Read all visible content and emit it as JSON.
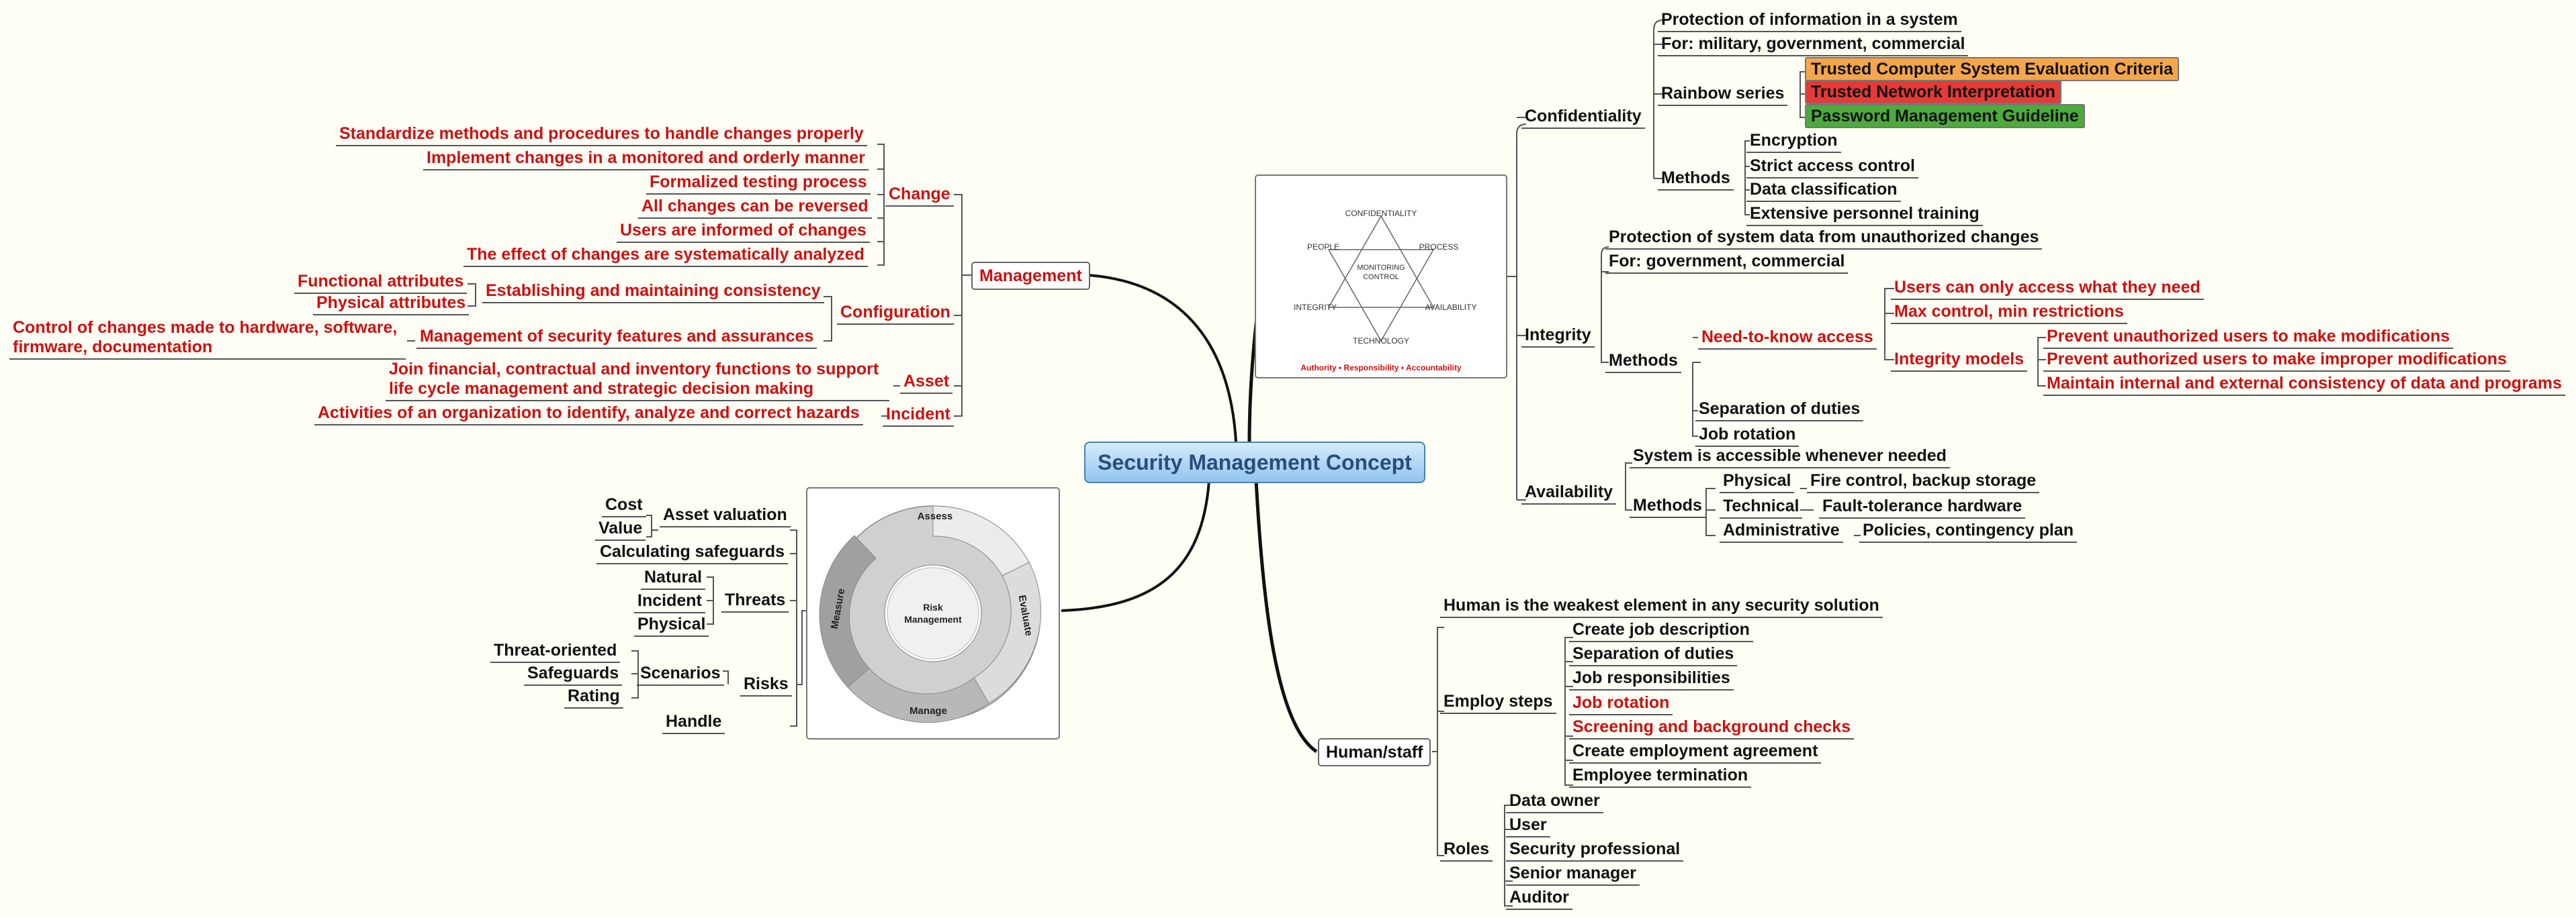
{
  "root": "Security Management Concept",
  "colors": {
    "red_text": "#cc1111",
    "hl_orange": "#f5a64a",
    "hl_red": "#e53a36",
    "hl_green": "#4daa3c",
    "root_fill": "#b7d8f5"
  },
  "confidentiality": {
    "label": "Confidentiality",
    "items": [
      "Protection of information in a system",
      "For: military, government, commercial"
    ],
    "rainbow": {
      "label": "Rainbow series",
      "items": [
        "Trusted Computer System Evaluation Criteria",
        "Trusted Network Interpretation",
        "Password Management Guideline"
      ]
    },
    "methods": {
      "label": "Methods",
      "items": [
        "Encryption",
        "Strict access control",
        "Data classification",
        "Extensive personnel training"
      ]
    }
  },
  "integrity": {
    "label": "Integrity",
    "items": [
      "Protection of system data from unauthorized changes",
      "For: government, commercial"
    ],
    "methods": {
      "label": "Methods",
      "ntk": {
        "label": "Need-to-know access",
        "items": [
          "Users can only access what they need",
          "Max control, min restrictions"
        ]
      },
      "models": {
        "label": "Integrity models",
        "items": [
          "Prevent unauthorized users to make modifications",
          "Prevent authorized users to make improper modifications",
          "Maintain internal and external consistency of data and programs"
        ]
      },
      "others": [
        "Separation of duties",
        "Job rotation"
      ]
    }
  },
  "availability": {
    "label": "Availability",
    "item": "System is accessible whenever needed",
    "methods": {
      "label": "Methods",
      "rows": [
        {
          "type": "Physical",
          "value": "Fire control, backup storage"
        },
        {
          "type": "Technical",
          "value": "Fault-tolerance hardware"
        },
        {
          "type": "Administrative",
          "value": "Policies, contingency plan"
        }
      ]
    }
  },
  "triangle": {
    "labels": [
      "CONFIDENTIALITY",
      "PEOPLE",
      "PROCESS",
      "INTEGRITY",
      "AVAILABILITY",
      "TECHNOLOGY"
    ],
    "center": [
      "MONITORING",
      "CONTROL"
    ],
    "caption": "Authority • Responsibility • Accountability"
  },
  "human": {
    "label": "Human/staff",
    "item": "Human is the weakest element in any security solution",
    "employ": {
      "label": "Employ steps",
      "items": [
        "Create job description",
        "Separation of duties",
        "Job responsibilities",
        "Job rotation",
        "Screening and background checks",
        "Create employment agreement",
        "Employee termination"
      ],
      "red_items": [
        3,
        4
      ]
    },
    "roles": {
      "label": "Roles",
      "items": [
        "Data owner",
        "User",
        "Security professional",
        "Senior manager",
        "Auditor"
      ]
    }
  },
  "management": {
    "label": "Management",
    "change": {
      "label": "Change",
      "items": [
        "Standardize methods and procedures to handle changes properly",
        "Implement changes in a monitored and orderly manner",
        "Formalized testing process",
        "All changes can be reversed",
        "Users are informed of changes",
        "The effect of changes are systematically analyzed"
      ]
    },
    "configuration": {
      "label": "Configuration",
      "consistency": {
        "label": "Establishing and maintaining consistency",
        "items": [
          "Functional attributes",
          "Physical attributes"
        ]
      },
      "features": {
        "label": "Management of security features and assurances",
        "item": "Control of changes made to hardware, software, firmware, documentation"
      }
    },
    "asset": {
      "label": "Asset",
      "item": "Join financial, contractual and inventory functions to support life cycle management and strategic decision making"
    },
    "incident": {
      "label": "Incident",
      "item": "Activities of an organization to identify, analyze and correct hazards"
    }
  },
  "risks": {
    "label": "Risks",
    "asset_valuation": {
      "label": "Asset valuation",
      "items": [
        "Cost",
        "Value"
      ]
    },
    "calculating": "Calculating safeguards",
    "threats": {
      "label": "Threats",
      "items": [
        "Natural",
        "Incident",
        "Physical"
      ]
    },
    "scenarios": {
      "label": "Scenarios",
      "items": [
        "Threat-oriented",
        "Safeguards",
        "Rating"
      ]
    },
    "handle": "Handle"
  },
  "cycle": {
    "center": [
      "Risk",
      "Management"
    ],
    "labels": [
      "Assess",
      "Evaluate",
      "Manage",
      "Measure"
    ]
  }
}
